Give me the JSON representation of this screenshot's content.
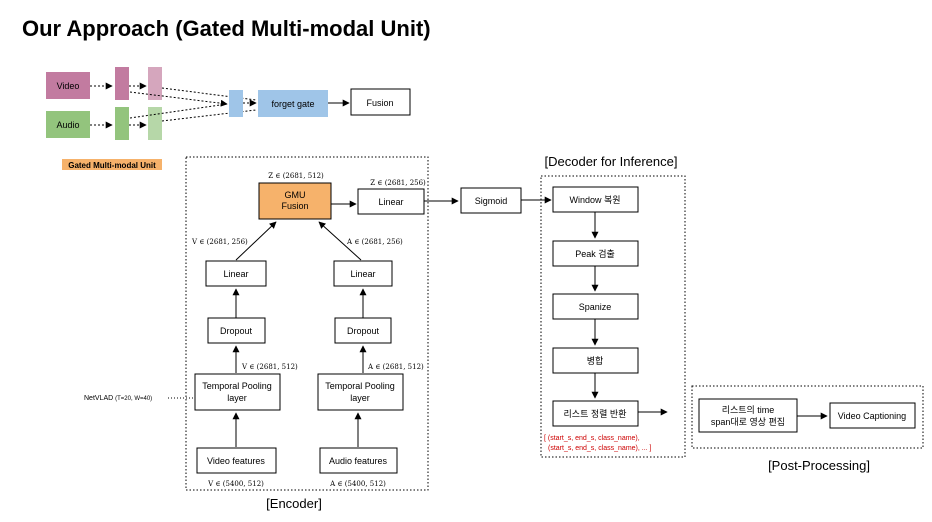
{
  "title": "Our Approach (Gated Multi-modal Unit)",
  "gmu": {
    "video": "Video",
    "audio": "Audio",
    "forget_gate": "forget gate",
    "fusion": "Fusion",
    "label": "Gated Multi-modal Unit"
  },
  "encoder": {
    "section": "[Encoder]",
    "gmu_fusion_line1": "GMU",
    "gmu_fusion_line2": "Fusion",
    "z_dim": "Z ∈ (2681, 512)",
    "linear_z": "Linear",
    "z_dim2": "Z ∈ (2681, 256)",
    "v_dim256": "V ∈ (2681, 256)",
    "a_dim256": "A ∈ (2681, 256)",
    "linear_v": "Linear",
    "linear_a": "Linear",
    "dropout_v": "Dropout",
    "dropout_a": "Dropout",
    "v_dim512": "V ∈ (2681, 512)",
    "a_dim512": "A ∈ (2681, 512)",
    "pool_v_line1": "Temporal Pooling",
    "pool_v_line2": "layer",
    "pool_a_line1": "Temporal Pooling",
    "pool_a_line2": "layer",
    "netvlad": "NetVLAD",
    "netvlad_params": "(T=20, W=40)",
    "video_features": "Video features",
    "audio_features": "Audio features",
    "v_input": "V  ∈ (5400, 512)",
    "a_input": "A  ∈ (5400, 512)"
  },
  "sigmoid": "Sigmoid",
  "decoder": {
    "section": "[Decoder for Inference]",
    "steps": [
      "Window 복원",
      "Peak 검출",
      "Spanize",
      "병합",
      "리스트 정렬 반환"
    ],
    "output_line1": "[ (start_s, end_s, class_name),",
    "output_line2": "(start_s, end_s, class_name), ... ]"
  },
  "post": {
    "section": "[Post-Processing]",
    "edit_line1": "리스트의 time",
    "edit_line2": "span대로 영상 편집",
    "captioning": "Video Captioning"
  },
  "colors": {
    "video": "#c27ba0",
    "video_light": "#d5a6bd",
    "audio": "#93c47d",
    "audio_light": "#b6d7a8",
    "gate": "#9fc5e8",
    "gmu_fusion": "#f6b26b",
    "label_bg": "#f6b26b",
    "red_text": "#cc0000"
  }
}
